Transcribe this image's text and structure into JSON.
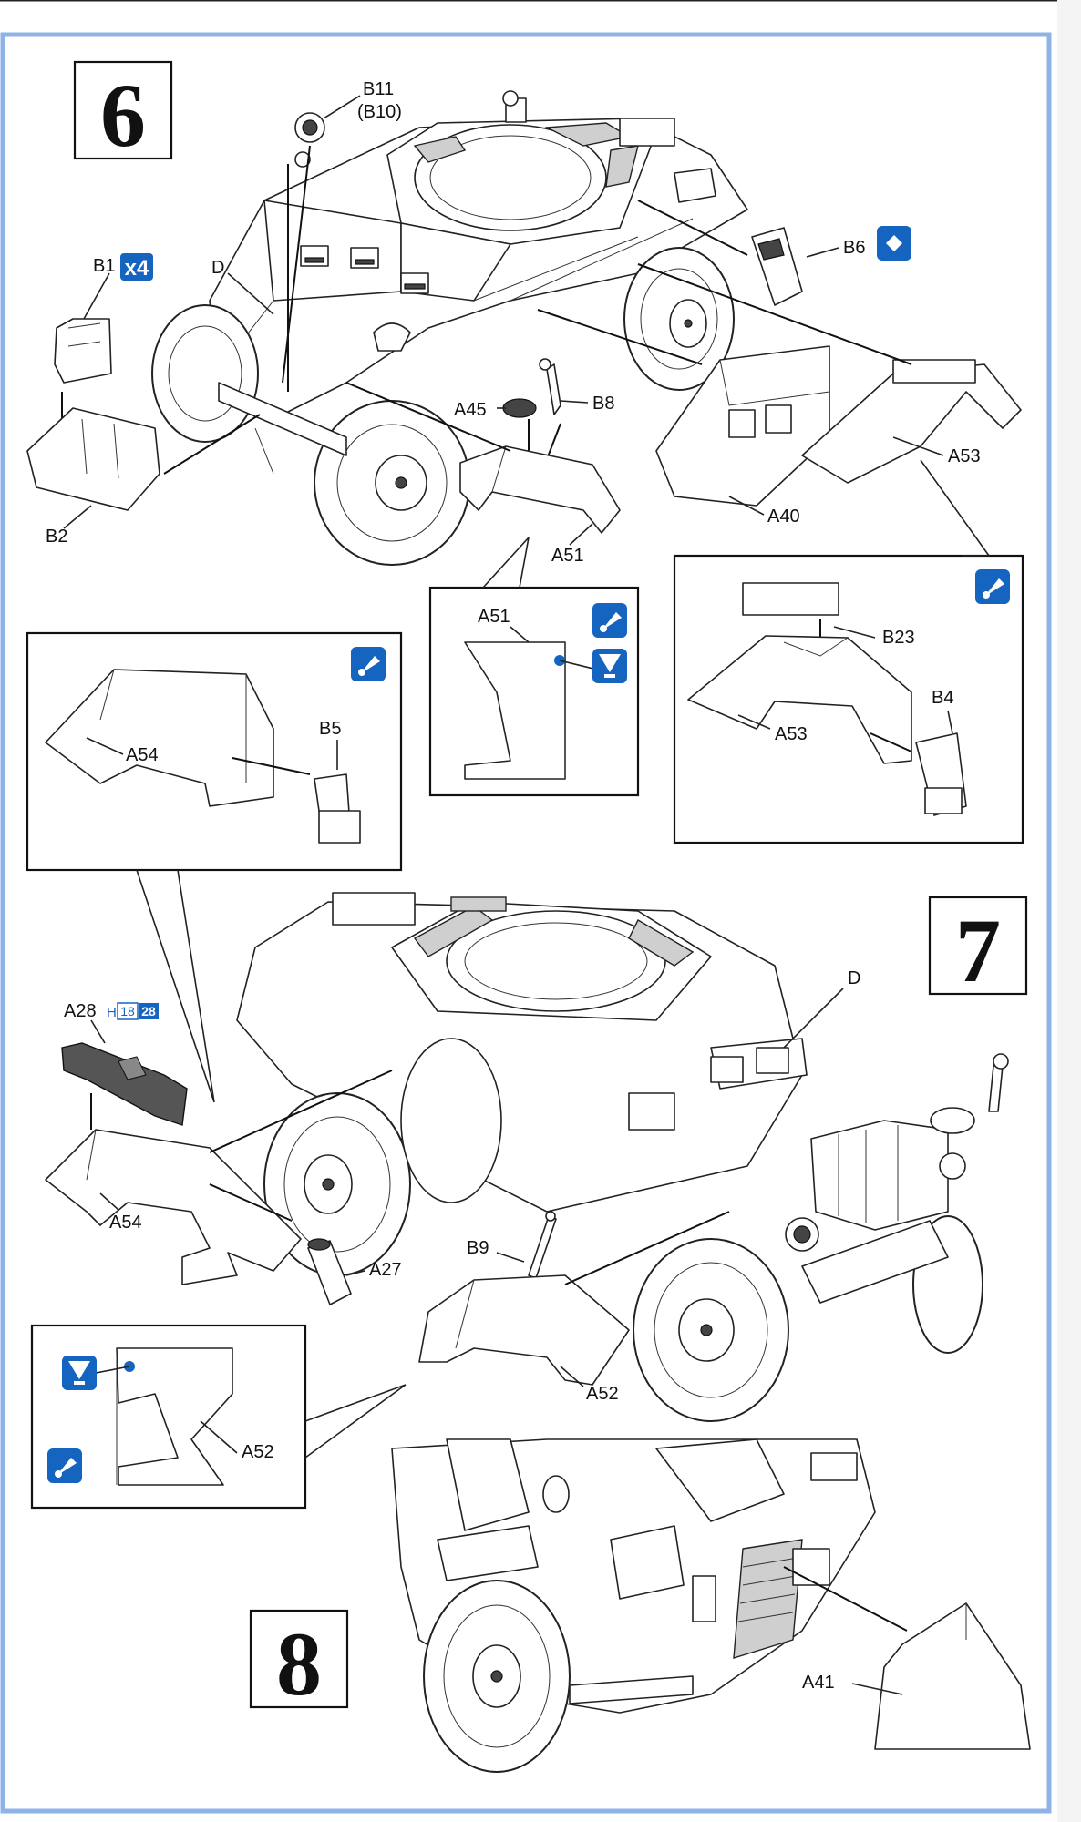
{
  "colors": {
    "border_blue": "#8fb3e6",
    "icon_blue": "#1565c0",
    "line": "#222222"
  },
  "steps": {
    "six": "6",
    "seven": "7",
    "eight": "8"
  },
  "labels": {
    "b11": "B11",
    "b10": "(B10)",
    "b1": "B1",
    "b1_qty": "x4",
    "d_top": "D",
    "b6": "B6",
    "a45": "A45",
    "b8": "B8",
    "a53": "A53",
    "a40": "A40",
    "b2": "B2",
    "a51": "A51",
    "a51_detail": "A51",
    "b23": "B23",
    "a53_detail": "A53",
    "b4": "B4",
    "a54_detail": "A54",
    "b5": "B5",
    "d_mid": "D",
    "a28": "A28",
    "a28_tag_h": "H",
    "a28_tag_1": "18",
    "a28_tag_2": "28",
    "a54": "A54",
    "a27": "A27",
    "b9": "B9",
    "a52": "A52",
    "a52_detail": "A52",
    "a41": "A41"
  },
  "icons": [
    "paint-brush-icon",
    "glue-icon",
    "flip-icon",
    "quantity-badge-icon"
  ]
}
